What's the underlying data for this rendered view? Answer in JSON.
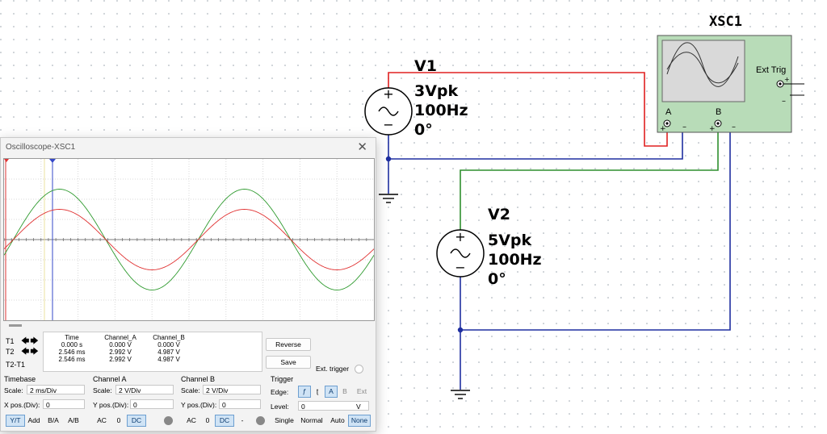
{
  "schematic": {
    "v1": {
      "name": "V1",
      "amp": "3Vpk",
      "freq": "100Hz",
      "phase": "0°"
    },
    "v2": {
      "name": "V2",
      "amp": "5Vpk",
      "freq": "100Hz",
      "phase": "0°"
    },
    "scope_name": "XSC1",
    "ext_trig": "Ext Trig",
    "ch_a": "A",
    "ch_b": "B",
    "colors": {
      "wire_a": "#e02020",
      "wire_gnd": "#1f2fa0",
      "wire_b": "#2f8f2f",
      "body": "#b8dcb8"
    }
  },
  "scope": {
    "title": "Oscilloscope-XSC1",
    "close_icon": "close-icon",
    "cursors": {
      "t1": "T1",
      "t2": "T2",
      "t2t1": "T2-T1",
      "headers": [
        "Time",
        "Channel_A",
        "Channel_B"
      ],
      "rows": [
        [
          "0.000 s",
          "0.000 V",
          "0.000 V"
        ],
        [
          "2.546 ms",
          "2.992 V",
          "4.987 V"
        ],
        [
          "2.546 ms",
          "2.992 V",
          "4.987 V"
        ]
      ]
    },
    "reverse": "Reverse",
    "save": "Save",
    "ext_trigger": "Ext. trigger",
    "timebase": {
      "label": "Timebase",
      "scale_label": "Scale:",
      "scale": "2 ms/Div",
      "xpos_label": "X pos.(Div):",
      "xpos": "0",
      "modes": [
        "Y/T",
        "Add",
        "B/A",
        "A/B"
      ]
    },
    "channel_a": {
      "label": "Channel A",
      "scale_label": "Scale:",
      "scale": "2  V/Div",
      "ypos_label": "Y pos.(Div):",
      "ypos": "0",
      "coupling": [
        "AC",
        "0",
        "DC"
      ]
    },
    "channel_b": {
      "label": "Channel B",
      "scale_label": "Scale:",
      "scale": "2  V/Div",
      "ypos_label": "Y pos.(Div):",
      "ypos": "0",
      "coupling": [
        "AC",
        "0",
        "DC",
        "-"
      ]
    },
    "trigger": {
      "label": "Trigger",
      "edge_label": "Edge:",
      "edge_src": [
        "A",
        "B",
        "Ext"
      ],
      "level_label": "Level:",
      "level": "0",
      "level_unit": "V",
      "modes": [
        "Single",
        "Normal",
        "Auto",
        "None"
      ]
    },
    "signals": {
      "channel_a_peak_v": 3,
      "channel_b_peak_v": 5,
      "freq_hz": 100,
      "time_per_div_ms": 2,
      "volts_per_div": 2,
      "color_a": "#e03030",
      "color_b": "#2e9a2e"
    }
  }
}
